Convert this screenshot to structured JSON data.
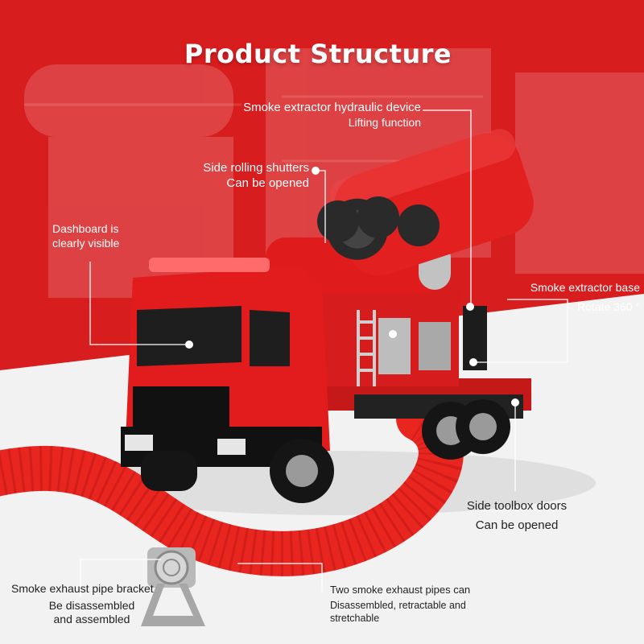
{
  "title": "Product Structure",
  "labels": {
    "hydraulic": {
      "line1": "Smoke extractor hydraulic device",
      "line2": "Lifting function"
    },
    "shutters": {
      "line1": "Side rolling shutters",
      "line2": "Can be opened"
    },
    "dashboard": {
      "line1": "Dashboard is",
      "line2": "clearly visible"
    },
    "base": {
      "line1": "Smoke extractor base",
      "line2": "Rotate 360 °"
    },
    "toolbox": {
      "line1": "Side toolbox doors",
      "line2": "Can be opened"
    },
    "bracket": {
      "line1": "Smoke exhaust pipe bracket",
      "line2": "Be disassembled",
      "line3": "and assembled"
    },
    "pipes": {
      "line1": "Two smoke exhaust pipes can",
      "line2": "Disassembled, retractable and",
      "line3": "stretchable"
    }
  },
  "colors": {
    "brand_red": "#d81d1f",
    "truck_red": "#e01b1b",
    "background_gray": "#f2f2f2"
  }
}
